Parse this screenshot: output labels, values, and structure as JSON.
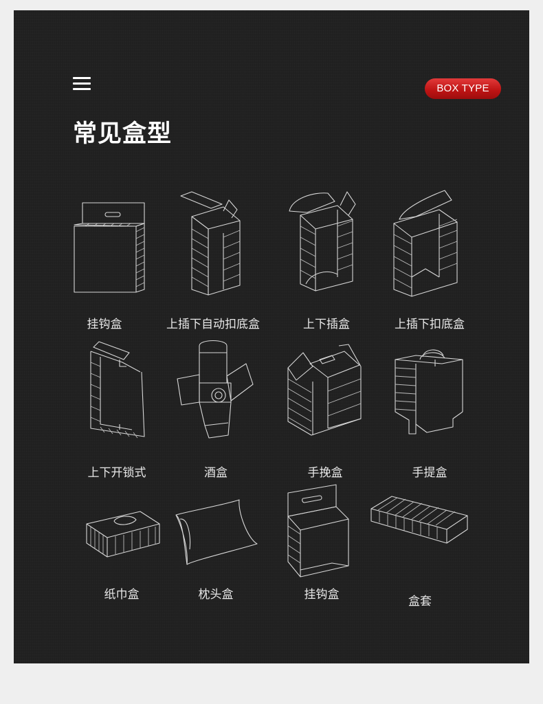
{
  "header": {
    "menu_icon": "hamburger-menu-icon",
    "badge_label": "BOX TYPE",
    "badge_color": "#c8161d",
    "title": "常见盒型"
  },
  "boxes": [
    {
      "label": "挂钩盒",
      "icon": "hanging-hook-box-icon"
    },
    {
      "label": "上插下自动扣底盒",
      "icon": "auto-lock-bottom-box-icon"
    },
    {
      "label": "上下插盒",
      "icon": "tuck-end-box-icon"
    },
    {
      "label": "上插下扣底盒",
      "icon": "snap-lock-bottom-box-icon"
    },
    {
      "label": "上下开锁式",
      "icon": "lock-open-box-icon"
    },
    {
      "label": "酒盒",
      "icon": "wine-box-icon"
    },
    {
      "label": "手挽盒",
      "icon": "handle-carry-box-icon"
    },
    {
      "label": "手提盒",
      "icon": "handbag-box-icon"
    },
    {
      "label": "纸巾盒",
      "icon": "tissue-box-icon"
    },
    {
      "label": "枕头盒",
      "icon": "pillow-box-icon"
    },
    {
      "label": "挂钩盒",
      "icon": "hanging-hook-box-icon"
    },
    {
      "label": "盒套",
      "icon": "sleeve-box-icon"
    }
  ]
}
